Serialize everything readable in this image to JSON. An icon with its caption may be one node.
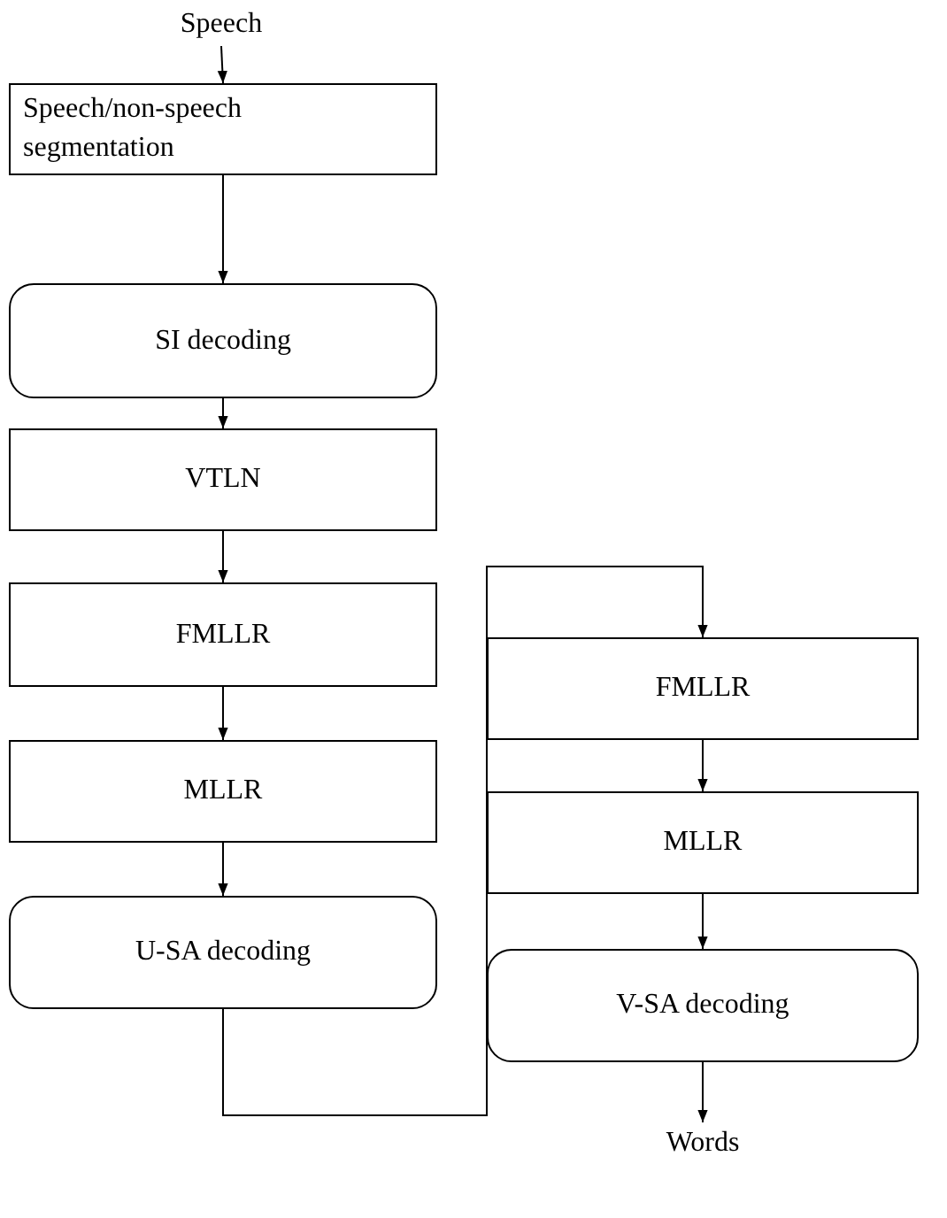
{
  "diagram": {
    "nodes": [
      {
        "text": [
          "Speech"
        ]
      },
      {
        "text": [
          "Speech/non-speech segmentation"
        ]
      },
      {
        "text": [
          "SI decoding"
        ]
      },
      {
        "text": [
          "VTLN"
        ]
      },
      {
        "text": [
          "FMLLR"
        ]
      },
      {
        "text": [
          "MLLR"
        ]
      },
      {
        "text": [
          "U-SA decoding"
        ]
      },
      {
        "text": [
          "FMLLR"
        ]
      },
      {
        "text": [
          "MLLR"
        ]
      },
      {
        "text": [
          "V-SA decoding"
        ]
      },
      {
        "text": [
          "Words"
        ]
      }
    ],
    "edges": [
      {
        "from": 0,
        "to": 1,
        "arrow": "to"
      },
      {
        "from": 1,
        "to": 2,
        "arrow": "to"
      },
      {
        "from": 2,
        "to": 3,
        "arrow": "to"
      },
      {
        "from": 3,
        "to": 4,
        "arrow": "to"
      },
      {
        "from": 4,
        "to": 5,
        "arrow": "to"
      },
      {
        "from": 5,
        "to": 6,
        "arrow": "to"
      },
      {
        "from": 6,
        "to": 7,
        "arrow": "to"
      },
      {
        "from": 7,
        "to": 8,
        "arrow": "to"
      },
      {
        "from": 8,
        "to": 9,
        "arrow": "to"
      },
      {
        "from": 9,
        "to": 10,
        "arrow": "to"
      }
    ]
  }
}
